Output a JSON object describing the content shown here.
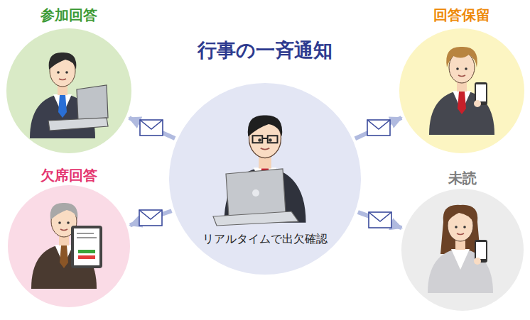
{
  "diagram": {
    "title": "行事の一斉通知",
    "nodes": [
      {
        "text": [
          "参加回答"
        ]
      },
      {
        "text": [
          "回答保留"
        ]
      },
      {
        "text": [
          "リアルタイムで出欠確認"
        ]
      },
      {
        "text": [
          "欠席回答"
        ]
      },
      {
        "text": [
          "未読"
        ]
      }
    ],
    "edges": [
      {
        "from": 2,
        "to": 0,
        "arrow": "to"
      },
      {
        "from": 2,
        "to": 1,
        "arrow": "to"
      },
      {
        "from": 2,
        "to": 3,
        "arrow": "to"
      },
      {
        "from": 2,
        "to": 4,
        "arrow": "to"
      }
    ]
  }
}
